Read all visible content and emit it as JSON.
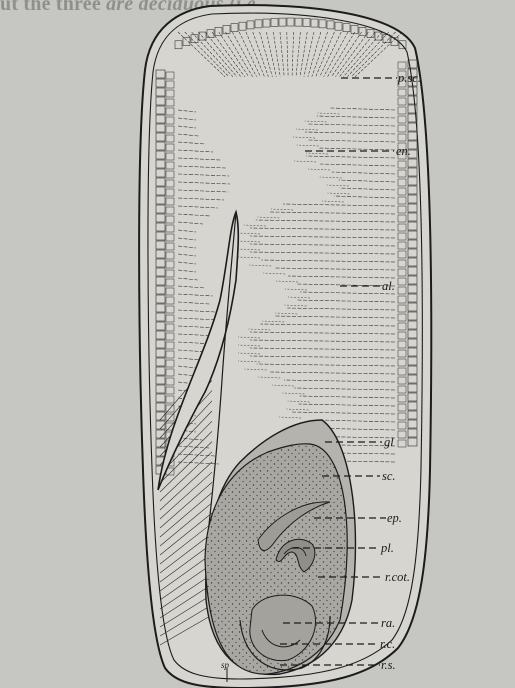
{
  "header_text": {
    "prefix": "ut the three ",
    "obscured": "",
    "italic": "are deciduous (i.e."
  },
  "footer_text": "",
  "labels": {
    "psc": "p.sc.",
    "en": "en.",
    "al": "al.",
    "gl": "gl",
    "sc": "sc.",
    "ep": "ep.",
    "pl": "pl.",
    "rcot": "r.cot.",
    "ra": "ra.",
    "rc": "r.c.",
    "rs": "r.s."
  },
  "sp_mark": "sp",
  "colors": {
    "background": "#c6c6c2",
    "ink": "#1c1c1c"
  }
}
